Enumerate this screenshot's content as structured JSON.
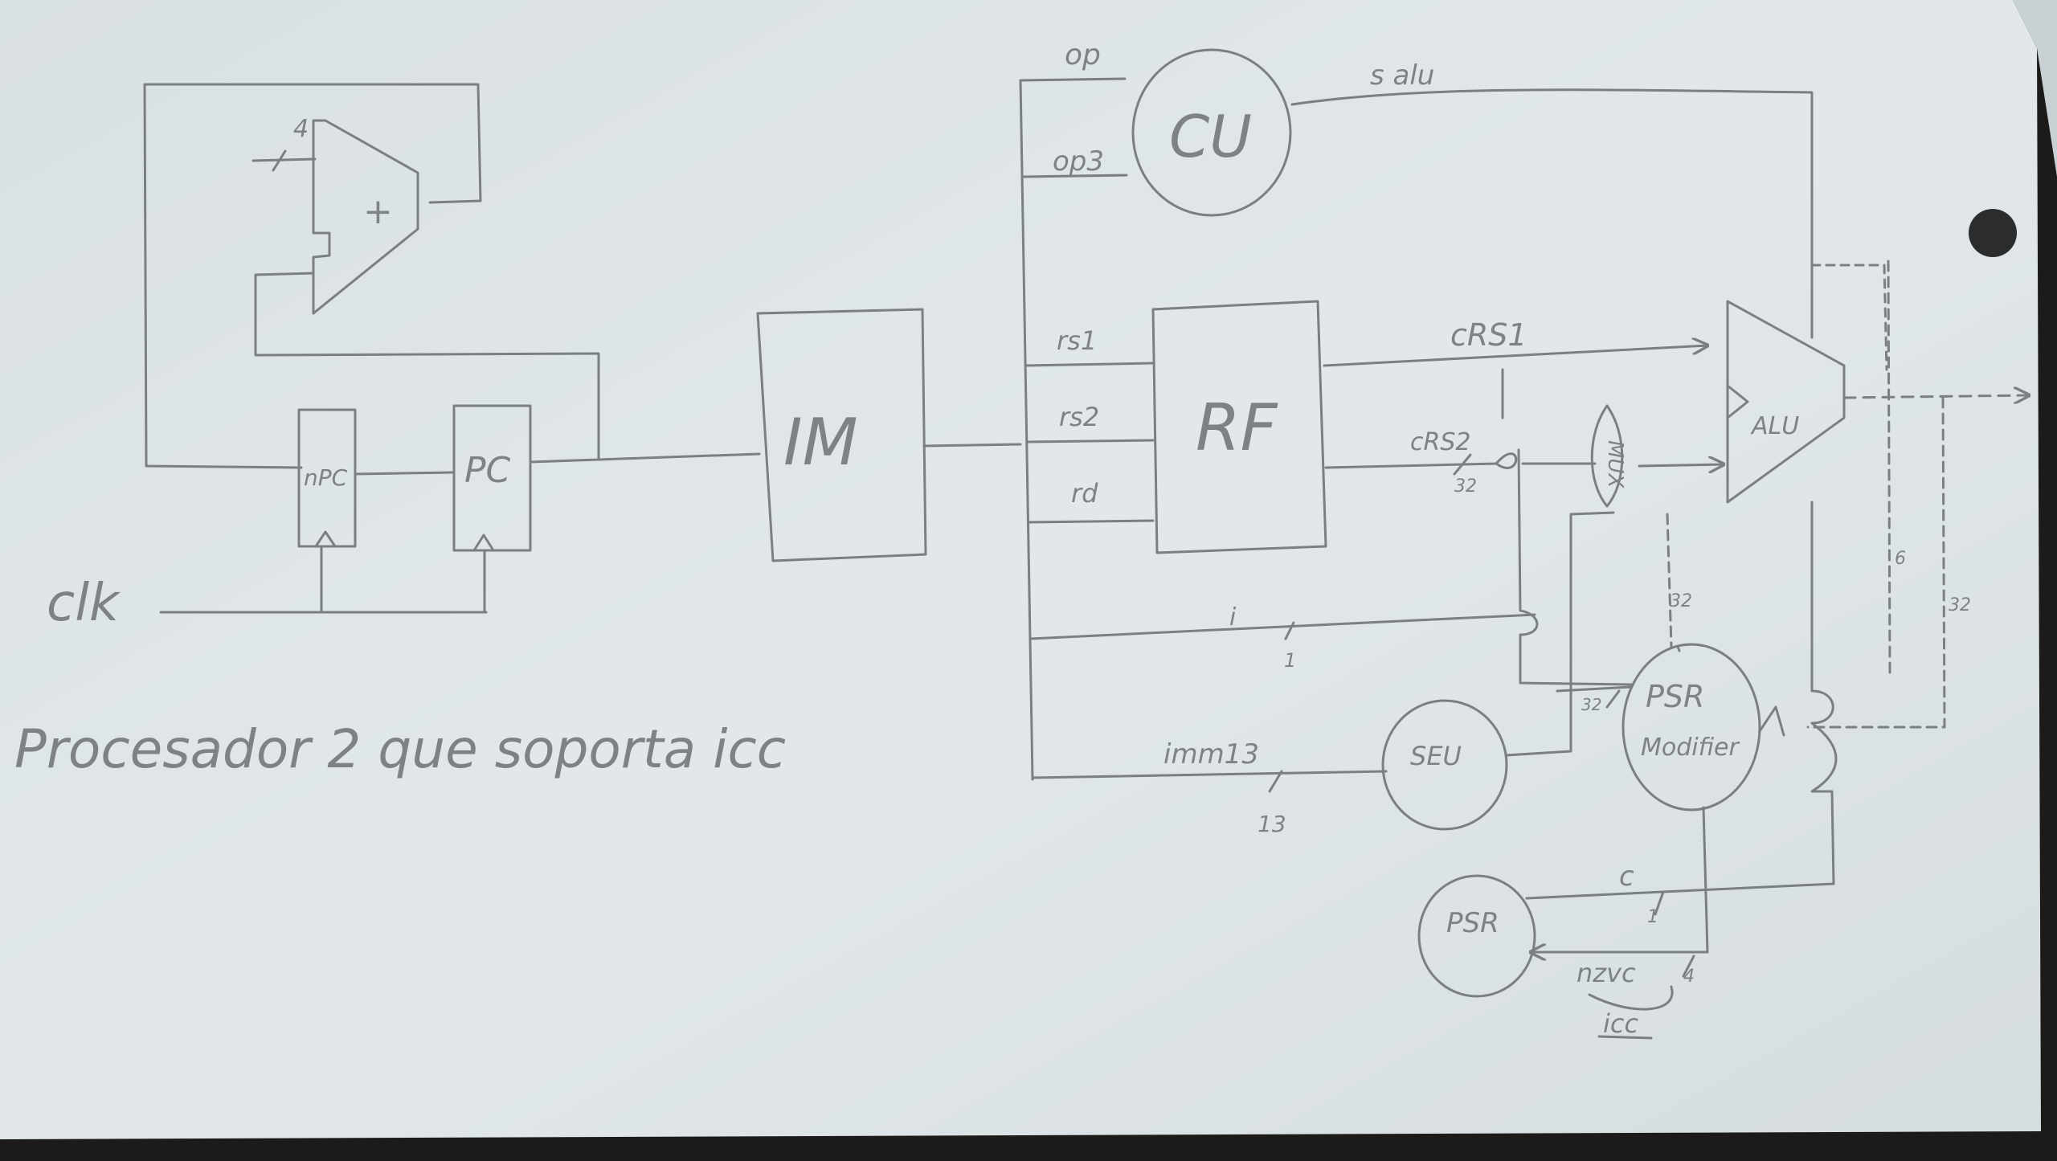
{
  "colors": {
    "paper": "#dfe5e7",
    "paper_shade": "#cfd6d9",
    "pencil": "#7a7f84",
    "pencil_light": "#9aa0a5",
    "table_edge": "#1c1b1a"
  },
  "labels": {
    "adder_input": "4",
    "adder_sign": "+",
    "npc": "nPC",
    "pc": "PC",
    "clk": "clk",
    "title": "Procesador 2 que soporta icc",
    "im": "IM",
    "op": "op",
    "op3": "op3",
    "cu": "CU",
    "cu_out": "s alu",
    "rs1": "rs1",
    "rs2": "rs2",
    "rd": "rd",
    "rf": "RF",
    "crs1": "cRS1",
    "crs2": "cRS2",
    "crs2_width": "32",
    "mux": "MUX",
    "alu": "ALU",
    "i_bit": "i",
    "i_width": "1",
    "imm13": "imm13",
    "imm_width": "13",
    "seu": "SEU",
    "seu_width": "32",
    "mux_out_width": "32",
    "alu_out_width_a": "6",
    "alu_out_width_b": "32",
    "psr_mod_line1": "PSR",
    "psr_mod_line2": "Modifier",
    "psr": "PSR",
    "carry": "c",
    "carry_width": "1",
    "nzvc": "nzvc",
    "nzvc_width": "4",
    "icc": "icc"
  }
}
